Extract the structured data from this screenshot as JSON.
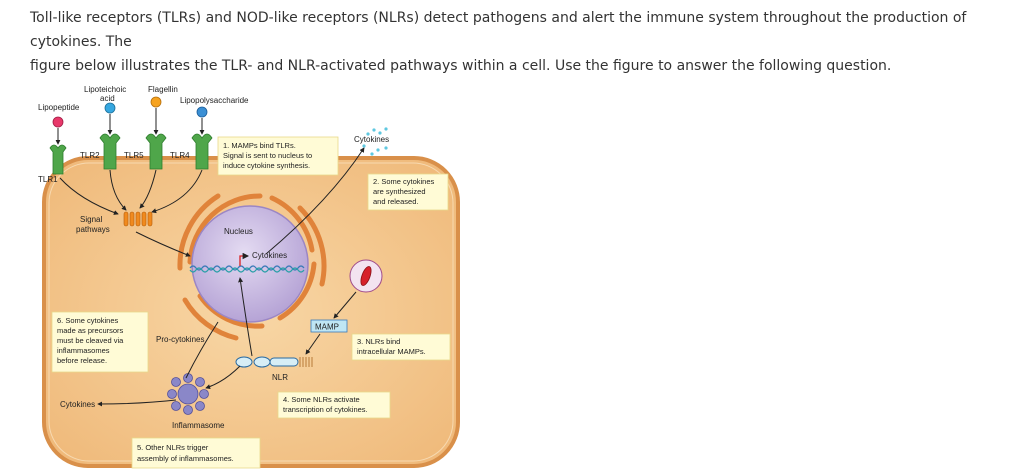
{
  "question": {
    "line1": "Toll-like receptors (TLRs) and NOD-like receptors (NLRs) detect pathogens and alert the immune system throughout the production of cytokines. The",
    "line2": "figure below illustrates the TLR- and NLR-activated pathways within a cell. Use the figure to answer the following question."
  },
  "figure": {
    "ligands": {
      "lipoteichoic1": "Lipoteichoic",
      "lipoteichoic2": "acid",
      "flagellin": "Flagellin",
      "lipopolysaccharide": "Lipopolysaccharide",
      "lipopeptide": "Lipopeptide"
    },
    "receptors": {
      "tlr1": "TLR1",
      "tlr2": "TLR2",
      "tlr5": "TLR5",
      "tlr4": "TLR4"
    },
    "signal1": "Signal",
    "signal2": "pathways",
    "nucleus": "Nucleus",
    "cytokines_dna": "Cytokines",
    "cytokines_out": "Cytokines",
    "cytokines_left": "Cytokines",
    "pro_cytokines": "Pro-cytokines",
    "mamp": "MAMP",
    "nlr": "NLR",
    "inflammasome": "Inflammasome",
    "notes": {
      "n1": [
        "1. MAMPs bind TLRs.",
        "Signal is sent to nucleus to",
        "induce cytokine synthesis."
      ],
      "n2": [
        "2. Some cytokines",
        "are synthesized",
        "and released."
      ],
      "n3": [
        "3. NLRs bind",
        "intracellular MAMPs."
      ],
      "n4": [
        "4. Some NLRs activate",
        "transcription of cytokines."
      ],
      "n5": [
        "5. Other NLRs trigger",
        "assembly of inflammasomes."
      ],
      "n6": [
        "6. Some cytokines",
        "made as precursors",
        "must be cleaved via",
        "inflammasomes",
        "before release."
      ]
    },
    "colors": {
      "cell_fill": "#f4c78e",
      "cell_stroke": "#d9904a",
      "nucleus_fill": "#c9b9e0",
      "receptor": "#4fa64a",
      "signal": "#f08a1e",
      "mamp": "#6fd0e8",
      "inflammasome": "#8a87c8",
      "note_bg": "#fffbd6"
    }
  }
}
